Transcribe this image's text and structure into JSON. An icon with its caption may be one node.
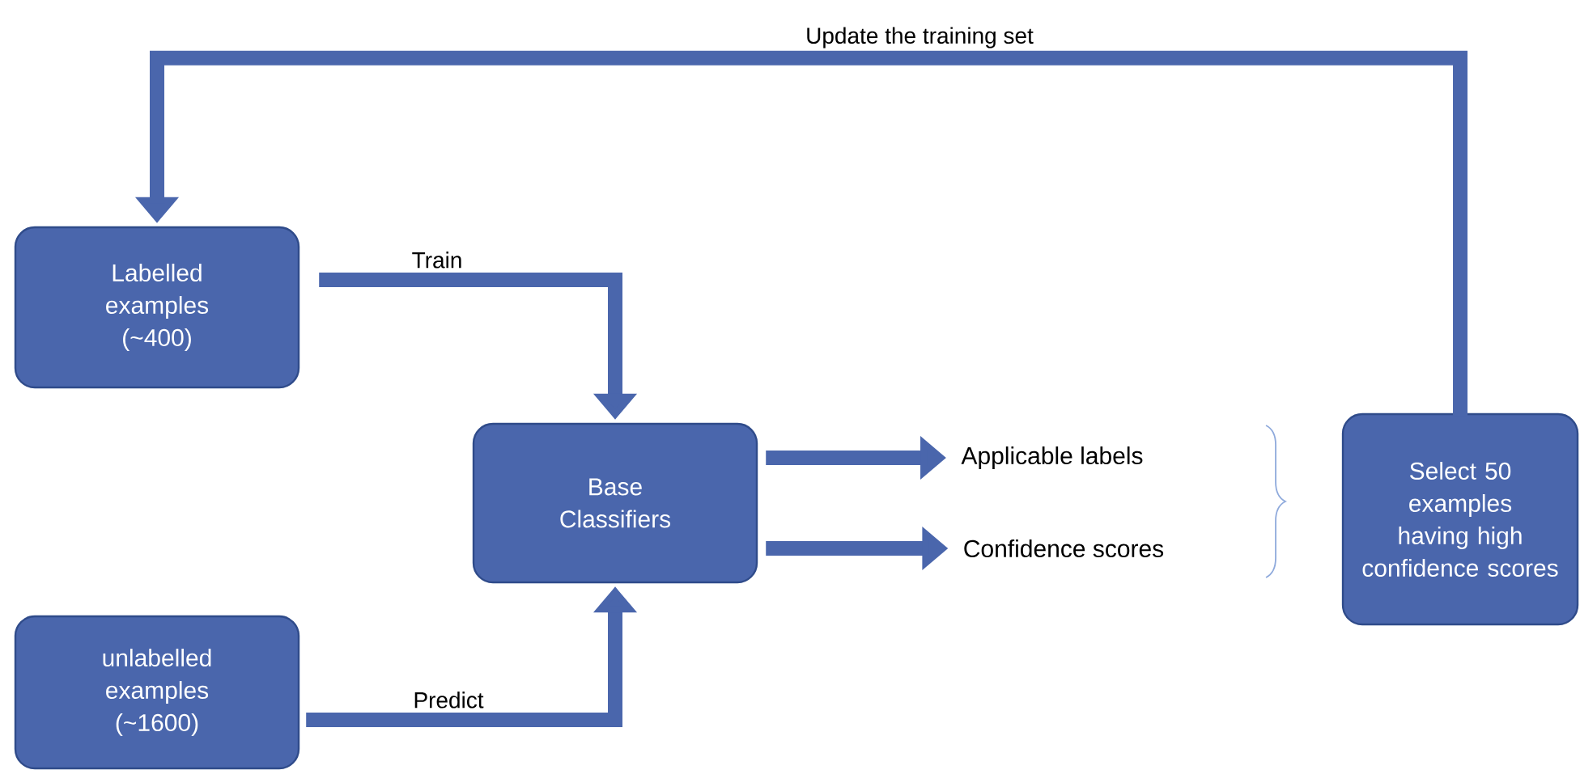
{
  "diagram": {
    "nodes": [
      {
        "text": [
          "Labelled examples (~400)"
        ]
      },
      {
        "text": [
          "Base Classifiers"
        ]
      },
      {
        "text": [
          "unlabelled examples (~1600)"
        ]
      },
      {
        "text": [
          "Applicable labels"
        ]
      },
      {
        "text": [
          "Confidence scores"
        ]
      },
      {
        "text": [
          "Select 50 examples having high confidence scores"
        ]
      }
    ],
    "edges": [
      {
        "from": 0,
        "to": 1,
        "arrow": "to",
        "label": "Train"
      },
      {
        "from": 2,
        "to": 1,
        "arrow": "to",
        "label": "Predict"
      },
      {
        "from": 1,
        "to": 3,
        "arrow": "to"
      },
      {
        "from": 1,
        "to": 4,
        "arrow": "to"
      },
      {
        "from": 5,
        "to": 0,
        "arrow": "to",
        "label": "Update the training set"
      }
    ]
  }
}
